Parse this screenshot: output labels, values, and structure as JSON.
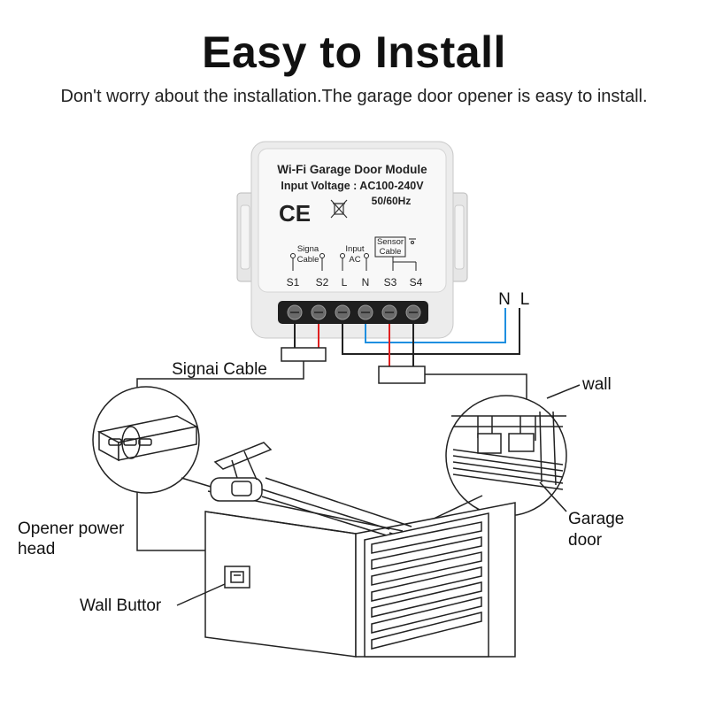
{
  "header": {
    "title": "Easy to Install",
    "subtitle": "Don't worry about the installation.The garage door opener is easy to install."
  },
  "module": {
    "name": "Wi-Fi Garage Door Module",
    "voltage": "Input Voltage : AC100-240V",
    "frequency": "50/60Hz",
    "ce_mark": "CE",
    "group_signal": [
      "Signa",
      "Cable"
    ],
    "group_input": [
      "Input",
      "AC"
    ],
    "group_sensor": [
      "Sensor",
      "Cable"
    ],
    "terminals": [
      "S1",
      "S2",
      "L",
      "N",
      "S3",
      "S4"
    ]
  },
  "labels": {
    "power_n": "N",
    "power_l": "L",
    "signal_cable": "Signai Cable",
    "wall": "wall",
    "opener_line1": "Opener power",
    "opener_line2": "head",
    "garage_line1": "Garage",
    "garage_line2": "door",
    "wall_button": "Wall Buttor"
  },
  "colors": {
    "wire_red": "#e02020",
    "wire_blue": "#1f8fe0",
    "line": "#222222"
  }
}
